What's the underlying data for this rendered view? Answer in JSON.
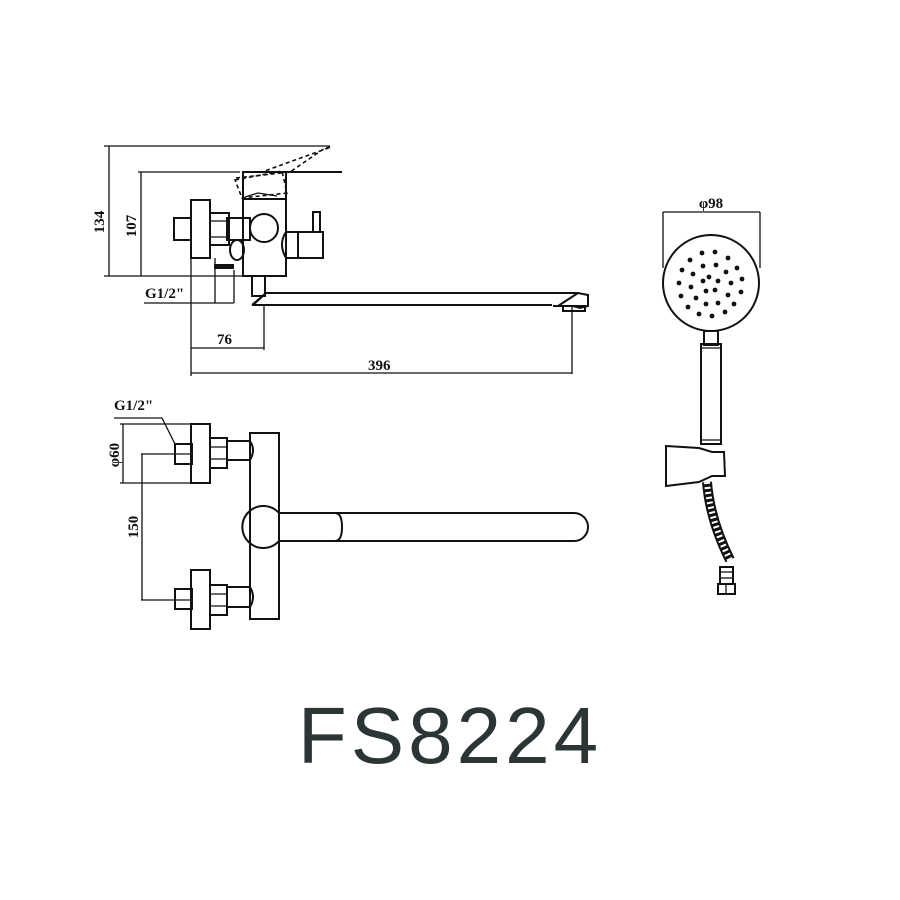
{
  "model": {
    "code": "FS8224",
    "color": "#2c3535"
  },
  "side_view": {
    "dimensions": {
      "overall_height": "134",
      "body_height": "107",
      "inlet_thread": "G1/2\"",
      "inlet_to_body": "76",
      "spout_reach": "396"
    }
  },
  "top_view": {
    "dimensions": {
      "inlet_thread": "G1/2\"",
      "flange_diameter": "φ60",
      "inlet_spacing": "150"
    }
  },
  "hand_shower": {
    "dimensions": {
      "head_diameter": "φ98"
    },
    "parts": [
      "shower-head",
      "handle",
      "wall-holder",
      "flexible-hose",
      "hose-nut"
    ]
  }
}
